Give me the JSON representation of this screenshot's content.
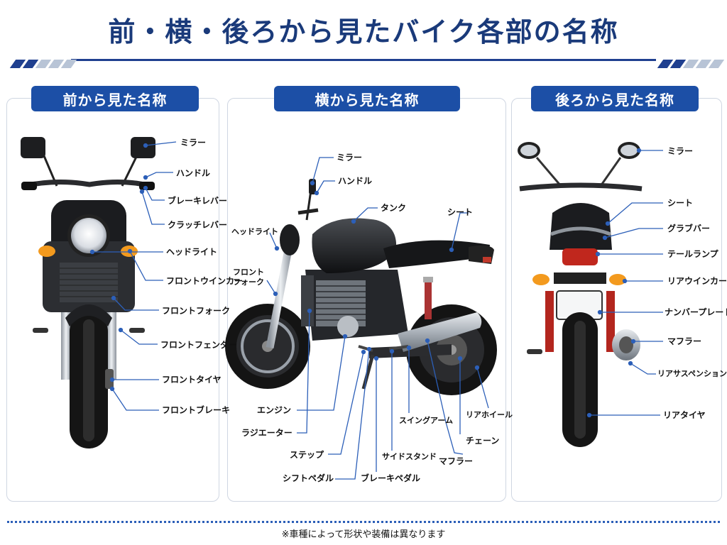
{
  "title": "前・横・後ろから見たバイク各部の名称",
  "colors": {
    "title": "#1a3a7a",
    "tag": "#1c4fa6",
    "leader": "#2c5fb8",
    "stripe_dark": "#1f3f8f",
    "stripe_light": "#b8c4d6"
  },
  "front": {
    "heading": "前から見た名称",
    "labels": [
      "ミラー",
      "ハンドル",
      "ブレーキレバー",
      "クラッチレバー",
      "ヘッドライト",
      "フロントウインカー",
      "フロントフォーク",
      "フロントフェンダー",
      "フロントタイヤ",
      "フロントブレーキ"
    ]
  },
  "side": {
    "heading": "横から見た名称",
    "labels": [
      "ミラー",
      "ハンドル",
      "タンク",
      "シート",
      "ヘッドライト",
      "フロント\nフォーク",
      "エンジン",
      "ラジエーター",
      "ステップ",
      "シフトペダル",
      "ブレーキペダル",
      "サイドスタンド",
      "スイングアーム",
      "マフラー",
      "チェーン",
      "リアホイール"
    ]
  },
  "rear": {
    "heading": "後ろから見た名称",
    "labels": [
      "ミラー",
      "シート",
      "グラブバー",
      "テールランプ",
      "リアウインカー",
      "ナンバープレート",
      "マフラー",
      "リアサスペンション",
      "リアタイヤ"
    ]
  },
  "footnote": "※車種によって形状や装備は異なります"
}
